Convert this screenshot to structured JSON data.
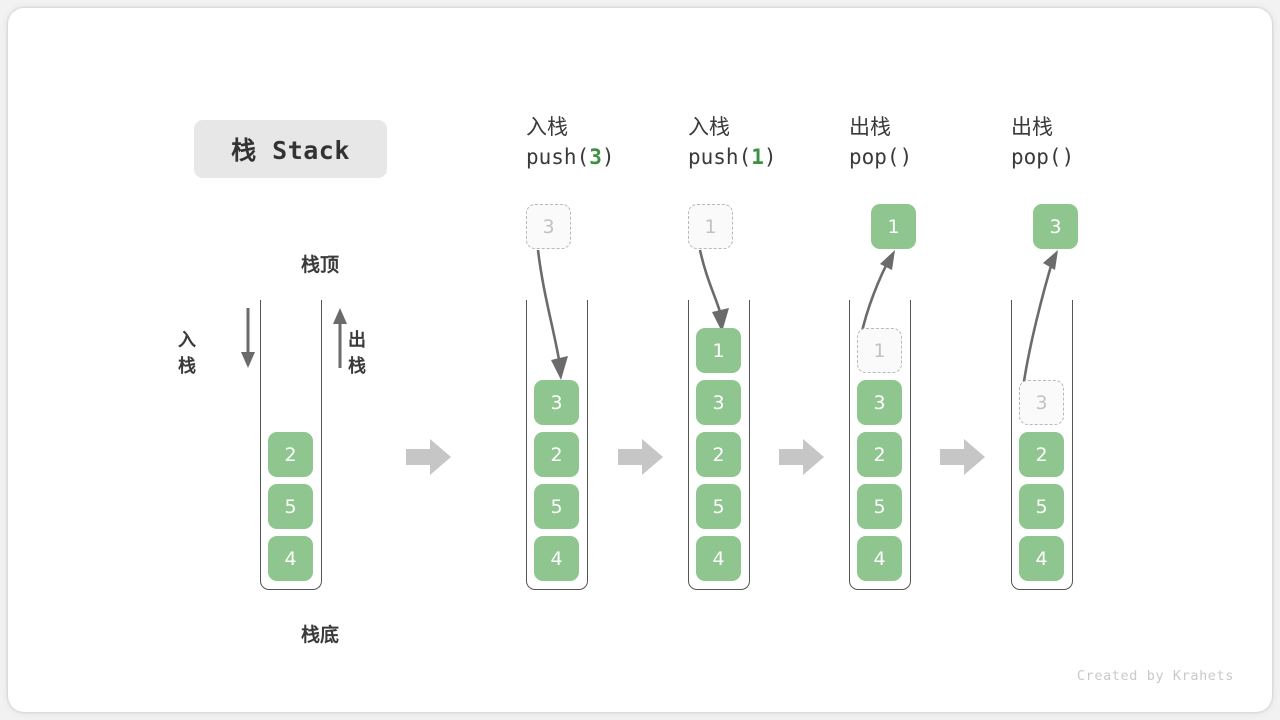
{
  "title_badge": {
    "label": "栈 Stack"
  },
  "colors": {
    "cell_fill": "#8fc68f",
    "cell_text": "#ffffff",
    "ghost_border": "#b9b9b9",
    "ghost_text": "#c2c2c2",
    "arg_green": "#3f9142",
    "tube_stroke": "#555555",
    "step_arrow": "#c6c6c6",
    "badge_bg": "#e7e7e7",
    "credit_text": "#c9c9c9"
  },
  "main_stack": {
    "top_label": "栈顶",
    "bottom_label": "栈底",
    "push_label": "入栈",
    "pop_label": "出栈",
    "push_arrow_direction": "down",
    "pop_arrow_direction": "up",
    "cells": [
      "2",
      "5",
      "4"
    ]
  },
  "columns": [
    {
      "id": "push-3",
      "op_label": "入栈",
      "call_prefix": "push(",
      "call_arg": "3",
      "call_suffix": ")",
      "floating": {
        "value": "3",
        "style": "ghost",
        "position": "above"
      },
      "move_arrow": "down-into-stack",
      "cells": [
        "3",
        "2",
        "5",
        "4"
      ],
      "ghost_cell_index": null
    },
    {
      "id": "push-1",
      "op_label": "入栈",
      "call_prefix": "push(",
      "call_arg": "1",
      "call_suffix": ")",
      "floating": {
        "value": "1",
        "style": "ghost",
        "position": "above"
      },
      "move_arrow": "down-into-stack",
      "cells": [
        "1",
        "3",
        "2",
        "5",
        "4"
      ],
      "ghost_cell_index": null
    },
    {
      "id": "pop-1",
      "op_label": "出栈",
      "call_prefix": "pop(",
      "call_arg": "",
      "call_suffix": ")",
      "floating": {
        "value": "1",
        "style": "filled",
        "position": "above"
      },
      "move_arrow": "up-out-of-stack",
      "cells": [
        "1",
        "3",
        "2",
        "5",
        "4"
      ],
      "ghost_cell_index": 0
    },
    {
      "id": "pop-2",
      "op_label": "出栈",
      "call_prefix": "pop(",
      "call_arg": "",
      "call_suffix": ")",
      "floating": {
        "value": "3",
        "style": "filled",
        "position": "above"
      },
      "move_arrow": "up-out-of-stack",
      "cells": [
        "3",
        "2",
        "5",
        "4"
      ],
      "ghost_cell_index": 0
    }
  ],
  "step_arrows": [
    {
      "name": "step-arrow-1"
    },
    {
      "name": "step-arrow-2"
    },
    {
      "name": "step-arrow-3"
    },
    {
      "name": "step-arrow-4"
    }
  ],
  "credit": {
    "text": "Created by Krahets"
  }
}
